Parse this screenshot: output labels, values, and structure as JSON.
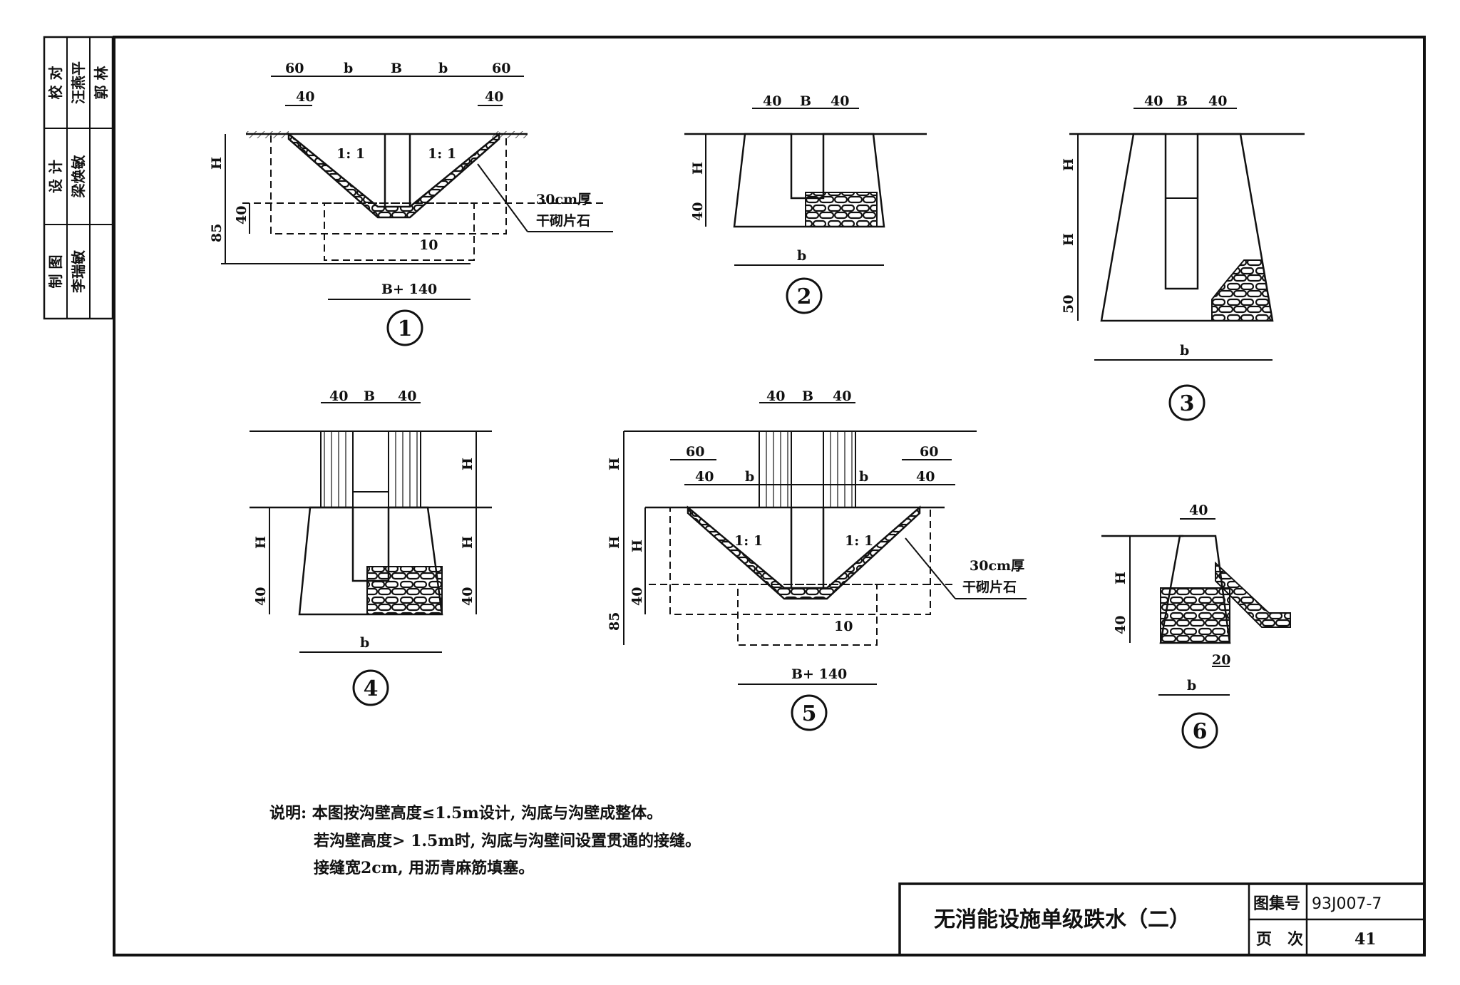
{
  "sidebar": {
    "rows": [
      {
        "role": "校 对",
        "name": "汪燕平",
        "sign": "郭 林"
      },
      {
        "role": "设 计",
        "name": "梁焕敏",
        "sign": ""
      },
      {
        "role": "制 图",
        "name": "李瑞敏",
        "sign": ""
      }
    ]
  },
  "labels": {
    "dim60": "60",
    "dim40": "40",
    "dimB": "B",
    "dim85": "85",
    "dim50": "50",
    "dim10": "10",
    "dim20": "20",
    "b": "b",
    "s1": "1",
    "s2": "2",
    "s3": "3",
    "s4": "4",
    "s5": "5",
    "s6": "6",
    "H": "H",
    "H1": "H",
    "H2": "H",
    "one": "1",
    "two": "2",
    "slope": "1: 1",
    "wB140": "B+ 140",
    "stone_l1": "30cm厚",
    "stone_l2": "干砌片石"
  },
  "figures": [
    "1",
    "2",
    "3",
    "4",
    "5",
    "6"
  ],
  "note": {
    "line1": "说明: 本图按沟壁高度≤1.5m设计, 沟底与沟壁成整体。",
    "line2": "若沟壁高度> 1.5m时, 沟底与沟壁间设置贯通的接缝。",
    "line3": "接缝宽2cm, 用沥青麻筋填塞。"
  },
  "title_block": {
    "title": "无消能设施单级跌水（二）",
    "atlas_label": "图集号",
    "atlas_value": "93J007-7",
    "page_label": "页　次",
    "page_value": "41"
  }
}
